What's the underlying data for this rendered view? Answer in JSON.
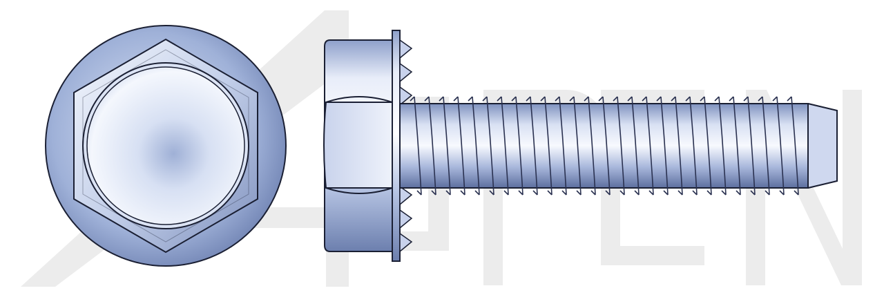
{
  "watermark": {
    "text": "ASPEN",
    "color": "#e9e9e9"
  },
  "colors": {
    "outline": "#1a1f33",
    "metal_light": "#eef2fb",
    "metal_mid": "#b8c6e3",
    "metal_dark": "#6f82b2",
    "metal_deep": "#4d5f8f"
  },
  "views": {
    "end_view": "hex-flange-head-end-view",
    "side_view": "thread-cutting-screw-side-view"
  }
}
